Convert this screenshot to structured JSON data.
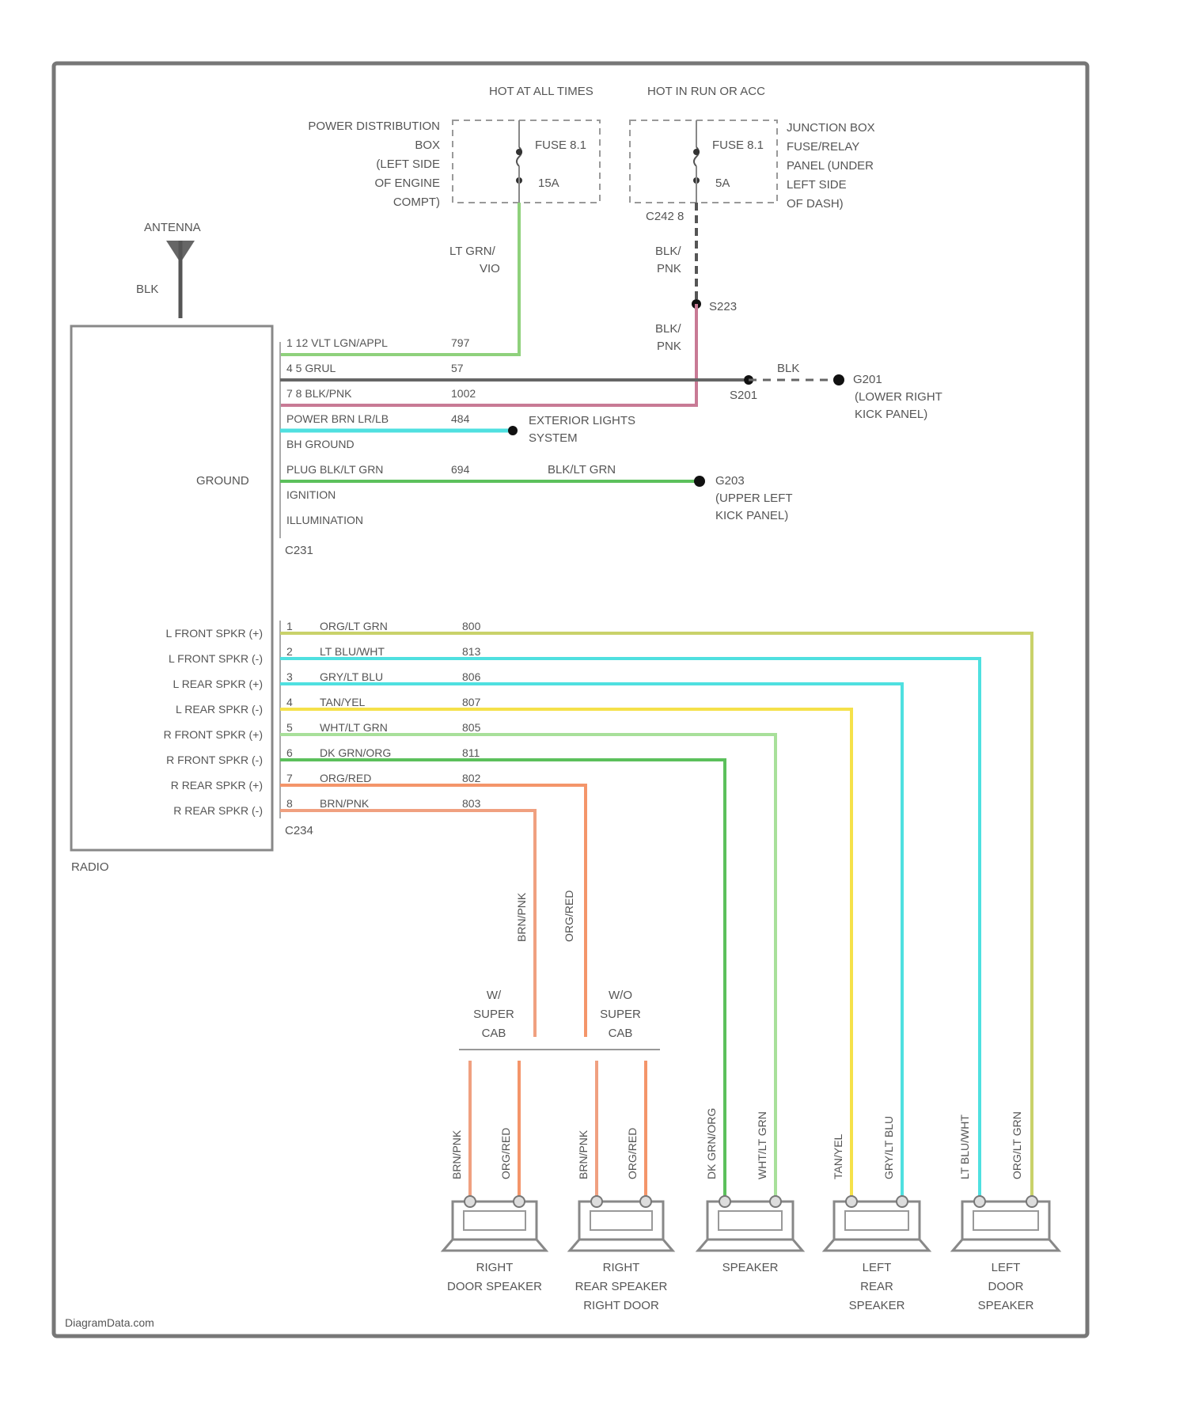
{
  "colors": {
    "lt_grn": "#8fd17c",
    "blk": "#666666",
    "pnk": "#c87a95",
    "cyan": "#4fe0e0",
    "grn": "#5cc05c",
    "olive": "#c9d26a",
    "yellow": "#f5e14a",
    "light_grn": "#a8e09a",
    "orange": "#f4956a",
    "salmon": "#f0a080"
  },
  "top": {
    "hot_at_all_times": "HOT AT ALL TIMES",
    "hot_in_run": "HOT IN RUN OR ACC",
    "pdb_label": [
      "POWER DISTRIBUTION",
      "BOX",
      "(LEFT SIDE",
      "OF ENGINE",
      "COMPT)"
    ],
    "jb_label": [
      "JUNCTION BOX",
      "FUSE/RELAY",
      "PANEL (UNDER",
      "LEFT SIDE",
      "OF DASH)"
    ],
    "fuse_left_name": "FUSE 8.1",
    "fuse_left_amp": "15A",
    "fuse_right_name": "FUSE 8.1",
    "fuse_right_amp": "5A",
    "connector": "C242  8",
    "wire_lt_grn": [
      "LT GRN/",
      "VIO"
    ],
    "wire_blk_pnk_1": [
      "BLK/",
      "PNK"
    ],
    "splice": "S223",
    "wire_blk_pnk_2": [
      "BLK/",
      "PNK"
    ]
  },
  "antenna": {
    "label": "ANTENNA",
    "cable": "BLK"
  },
  "radio": {
    "label": "RADIO",
    "ground": "GROUND",
    "connector_top": "C231",
    "connector_bottom": "C234"
  },
  "upper_pins": [
    {
      "text": "1  12 VLT LGN/APPL",
      "circuit": "797"
    },
    {
      "text": "4  5 GRUL",
      "circuit": "57"
    },
    {
      "text": "7  8  BLK/PNK",
      "circuit": "1002"
    },
    {
      "text": "POWER BRN LR/LB",
      "circuit": "484"
    },
    {
      "text": "BH GROUND",
      "circuit": ""
    },
    {
      "text": "PLUG BLK/LT GRN",
      "circuit": "694"
    },
    {
      "text": "IGNITION",
      "circuit": ""
    },
    {
      "text": "ILLUMINATION",
      "circuit": ""
    }
  ],
  "right_mid": {
    "blk": "BLK",
    "s201": "S201",
    "g201": "G201",
    "g201_loc": [
      "(LOWER RIGHT",
      "KICK PANEL)"
    ],
    "exterior": [
      "EXTERIOR LIGHTS",
      "SYSTEM"
    ],
    "blk_lt_grn": "BLK/LT GRN",
    "g203": "G203",
    "g203_loc": [
      "(UPPER LEFT",
      "KICK PANEL)"
    ]
  },
  "speaker_pins": [
    {
      "label": "L FRONT SPKR (+)",
      "num": "1",
      "wire": "ORG/LT GRN",
      "circuit": "800"
    },
    {
      "label": "L FRONT SPKR (-)",
      "num": "2",
      "wire": "LT BLU/WHT",
      "circuit": "813"
    },
    {
      "label": "L REAR SPKR (+)",
      "num": "3",
      "wire": "GRY/LT BLU",
      "circuit": "806"
    },
    {
      "label": "L REAR SPKR (-)",
      "num": "4",
      "wire": "TAN/YEL",
      "circuit": "807"
    },
    {
      "label": "R FRONT SPKR (+)",
      "num": "5",
      "wire": "WHT/LT GRN",
      "circuit": "805"
    },
    {
      "label": "R FRONT SPKR (-)",
      "num": "6",
      "wire": "DK GRN/ORG",
      "circuit": "811"
    },
    {
      "label": "R REAR SPKR (+)",
      "num": "7",
      "wire": "ORG/RED",
      "circuit": "802"
    },
    {
      "label": "R REAR SPKR (-)",
      "num": "8",
      "wire": "BRN/PNK",
      "circuit": "803"
    }
  ],
  "bottom": {
    "vert_brn": "BRN/PNK",
    "vert_org": "ORG/RED",
    "w_super_cab": [
      "W/",
      "SUPER",
      "CAB"
    ],
    "wo_super_cab": [
      "W/O",
      "SUPER",
      "CAB"
    ],
    "spk_wire_labels": [
      "BRN/PNK",
      "ORG/RED",
      "BRN/PNK",
      "ORG/RED",
      "DK GRN/ORG",
      "WHT/LT GRN",
      "TAN/YEL",
      "GRY/LT BLU",
      "LT BLU/WHT",
      "ORG/LT GRN"
    ],
    "speakers": [
      {
        "lines": [
          "RIGHT",
          "DOOR SPEAKER"
        ]
      },
      {
        "lines": [
          "RIGHT",
          "REAR SPEAKER",
          "RIGHT DOOR"
        ]
      },
      {
        "lines": [
          "SPEAKER"
        ]
      },
      {
        "lines": [
          "LEFT",
          "REAR",
          "SPEAKER"
        ]
      },
      {
        "lines": [
          "LEFT",
          "DOOR",
          "SPEAKER"
        ]
      }
    ]
  },
  "watermark": "DiagramData.com"
}
